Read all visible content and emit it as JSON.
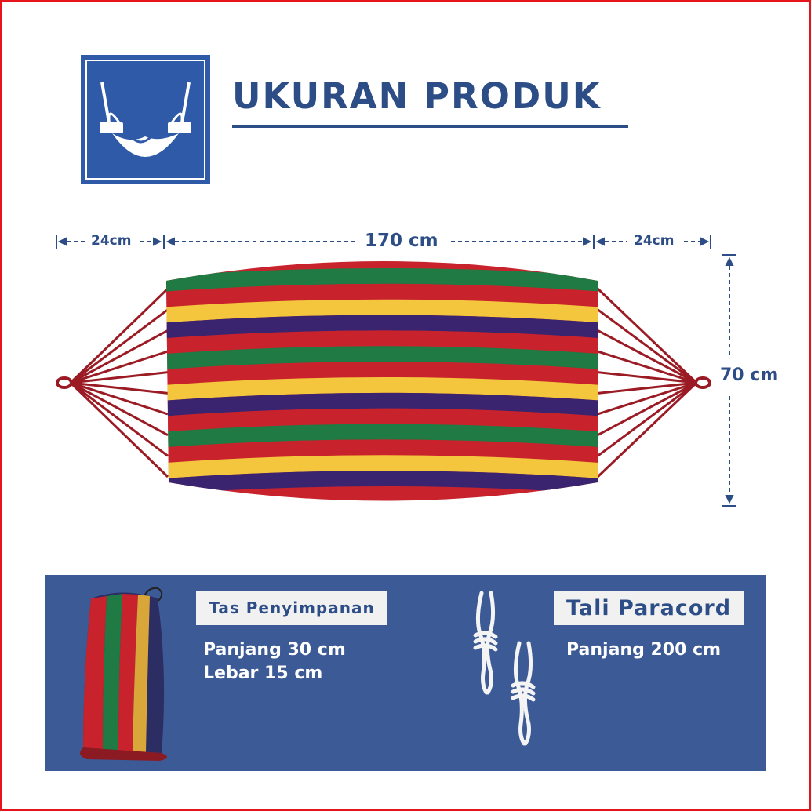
{
  "header": {
    "title": "UKURAN PRODUK",
    "logo_icon": "hammock-icon"
  },
  "dimensions": {
    "left_rope": "24cm",
    "body_length": "170 cm",
    "right_rope": "24cm",
    "width": "70 cm"
  },
  "hammock": {
    "stripe_colors": [
      "#1f7a43",
      "#c8232c",
      "#f4c63d",
      "#3a2470",
      "#c8232c",
      "#1f7a43",
      "#c8232c",
      "#f4c63d",
      "#3a2470",
      "#c8232c",
      "#1f7a43",
      "#c8232c",
      "#f4c63d",
      "#3a2470"
    ]
  },
  "accessories": {
    "bag": {
      "label": "Tas Penyimpanan",
      "line1": "Panjang 30 cm",
      "line2": "Lebar 15 cm"
    },
    "rope": {
      "label": "Tali Paracord",
      "line1": "Panjang 200 cm"
    }
  },
  "colors": {
    "frame": "#e8141b",
    "brand_blue": "#2d4d86",
    "panel_blue": "#3c5a95",
    "rope_red": "#9b1b24"
  }
}
